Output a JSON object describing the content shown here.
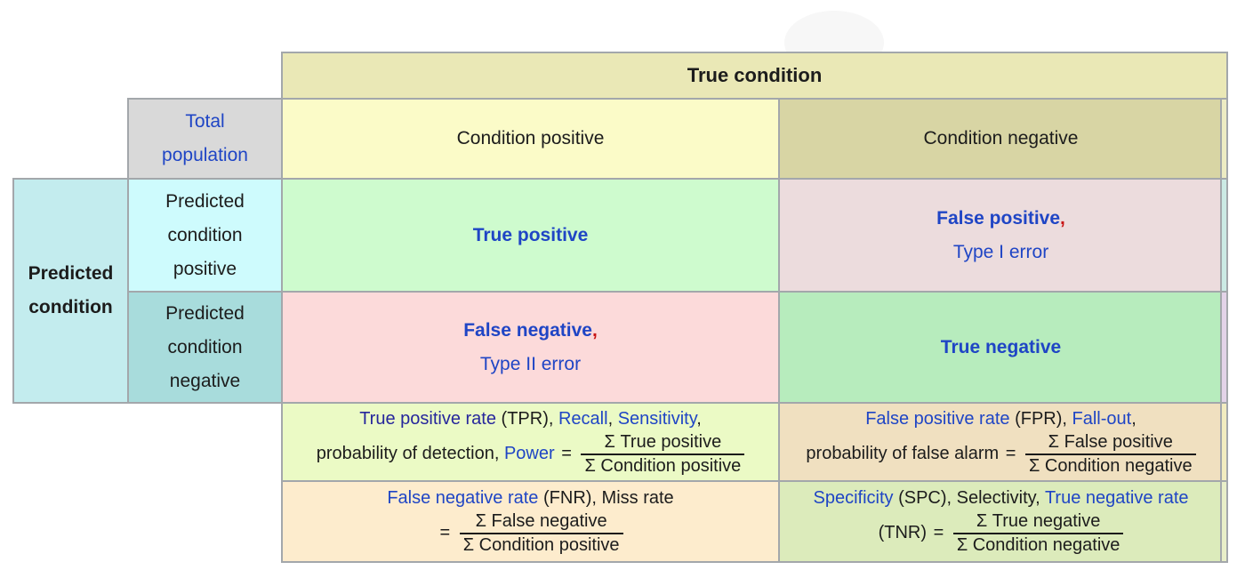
{
  "header": {
    "true_condition": "True condition"
  },
  "columns": {
    "condition_positive": "Condition positive",
    "condition_negative": "Condition negative"
  },
  "row_labels": {
    "total_population": [
      "Total",
      "population"
    ],
    "predicted_condition": [
      "Predicted",
      "condition"
    ],
    "predicted_condition_positive": [
      "Predicted",
      "condition",
      "positive"
    ],
    "predicted_condition_negative": [
      "Predicted",
      "condition",
      "negative"
    ]
  },
  "cells": {
    "true_positive": "True positive",
    "false_positive": {
      "link": "False positive",
      "comma": ",",
      "line2": "Type I error"
    },
    "false_negative": {
      "link": "False negative",
      "comma": ",",
      "line2": "Type II error"
    },
    "true_negative": "True negative"
  },
  "rates": {
    "tpr": {
      "line1": [
        "True positive rate",
        " (TPR), ",
        "Recall",
        ", ",
        "Sensitivity",
        ","
      ],
      "line2_plain": "probability of detection, ",
      "line2_link": "Power",
      "equals": " = ",
      "fraction": {
        "num": "Σ True positive",
        "den": "Σ Condition positive"
      }
    },
    "fpr": {
      "line1": [
        "False positive rate",
        " (FPR), ",
        "Fall-out",
        ","
      ],
      "line2_plain": "probability of false alarm",
      "equals": " = ",
      "fraction": {
        "num": "Σ False positive",
        "den": "Σ Condition negative"
      }
    },
    "fnr": {
      "line1": [
        "False negative rate",
        " (FNR), Miss rate"
      ],
      "equals": "= ",
      "fraction": {
        "num": "Σ False negative",
        "den": "Σ Condition positive"
      }
    },
    "spc": {
      "line1": [
        "Specificity",
        " (SPC), Selectivity, ",
        "True negative rate"
      ],
      "line2_plain": "(TNR)",
      "equals": " = ",
      "fraction": {
        "num": "Σ True negative",
        "den": "Σ Condition negative"
      }
    }
  },
  "colors": {
    "page_background": "#ffffff",
    "border": "#a3a7ab",
    "text": "#1c1c1c",
    "link_blue": "#1f45c5",
    "visited_link_blue": "#26269c",
    "red_comma": "#c81414",
    "backgrounds": {
      "true_condition_header": "#eae8b6",
      "total_population": "#d9d9d9",
      "condition_positive": "#fbfbc8",
      "condition_negative": "#d8d5a4",
      "predicted_condition": "#c3ecee",
      "predicted_condition_positive": "#cefbfd",
      "predicted_condition_negative": "#a8dcdc",
      "true_positive": "#cefbce",
      "false_positive": "#ecdcdd",
      "false_negative": "#fcdada",
      "true_negative": "#b7ecbd",
      "tpr_cell": "#ebfac5",
      "fpr_cell": "#f0e0c0",
      "fnr_cell": "#fdeccd",
      "spc_cell": "#dcebbb"
    }
  }
}
